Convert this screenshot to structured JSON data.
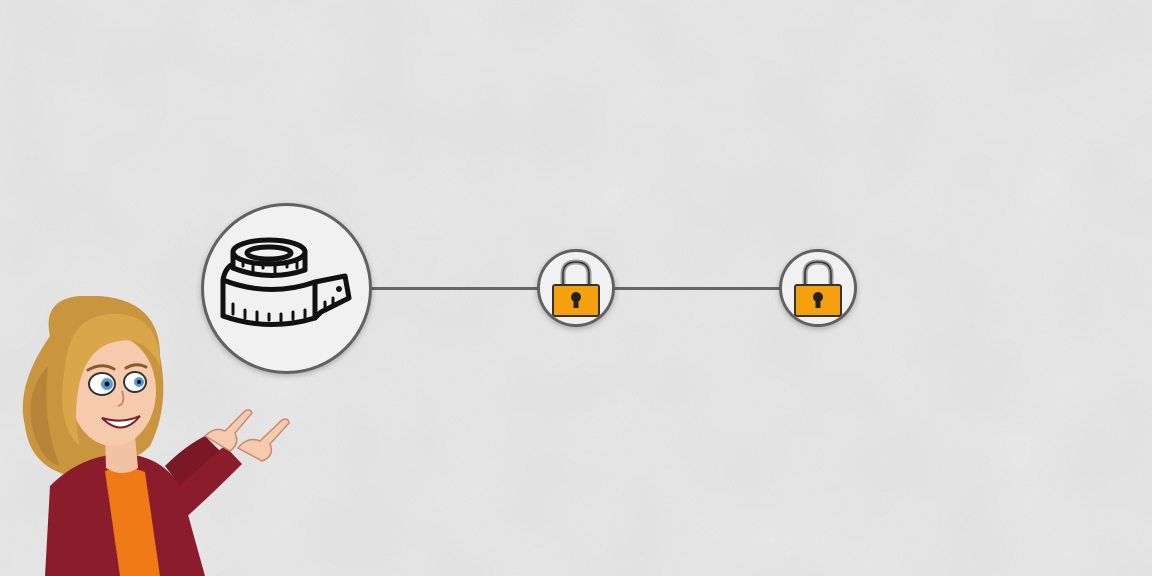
{
  "diagram": {
    "nodes": [
      {
        "icon": "measuring-tape-icon",
        "state": "unlocked",
        "size": "large"
      },
      {
        "icon": "padlock-icon",
        "state": "locked",
        "size": "small"
      },
      {
        "icon": "padlock-icon",
        "state": "locked",
        "size": "small"
      }
    ],
    "connections": [
      {
        "from": 0,
        "to": 1
      },
      {
        "from": 1,
        "to": 2
      }
    ]
  },
  "colors": {
    "background": "#e6e6e6",
    "node_border": "#616161",
    "connector": "#666666",
    "lock_body": "#f5a10f",
    "lock_shackle": "#9a9a9a"
  },
  "character": {
    "icon": "cartoon-avatar-pointing-icon",
    "hair": "#c9963f",
    "jacket": "#8b1c2c",
    "shirt": "#f07a16"
  }
}
